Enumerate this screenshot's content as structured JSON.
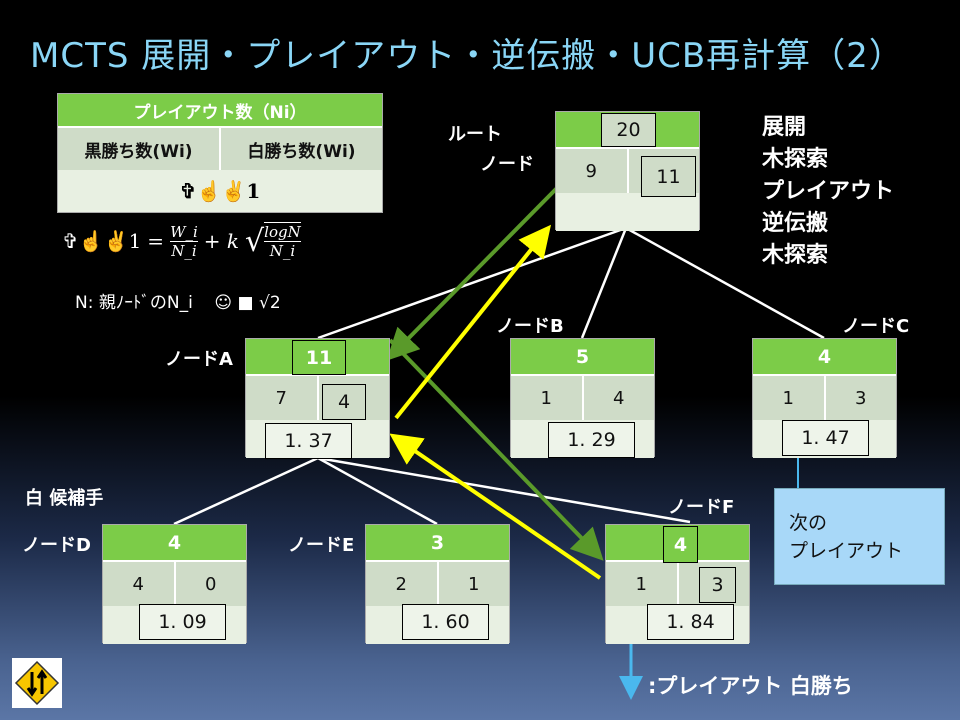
{
  "title": "MCTS 展開・プレイアウト・逆伝搬・UCB再計算（2）",
  "legend": {
    "header": "プレイアウト数（Ni）",
    "black_wins": "黒勝ち数(Wi)",
    "white_wins": "白勝ち数(Wi)",
    "ucb": "✞☝✌1"
  },
  "formula": {
    "lhs": "✞☝✌1",
    "eq": "=",
    "num": "W_i",
    "den": "N_i",
    "plus": "+ k",
    "log_num": "logN",
    "log_den": "N_i"
  },
  "note": {
    "text": "N: 親ﾉｰﾄﾞのN_i",
    "k_value": "☺   ■  √2"
  },
  "steps": [
    "展開",
    "木探索",
    "プレイアウト",
    "逆伝搬",
    "木探索"
  ],
  "labels": {
    "root1": "ルート",
    "root2": "ノード",
    "a": "ノードA",
    "b": "ノードB",
    "c": "ノードC",
    "d": "ノードD",
    "e": "ノードE",
    "f": "ノードF",
    "candidates": "白  候補手"
  },
  "nodes": {
    "root": {
      "n": "20",
      "b": "9",
      "w": "11"
    },
    "a": {
      "n": "11",
      "b": "7",
      "w": "4",
      "ucb": "1. 37"
    },
    "b": {
      "n": "5",
      "b": "1",
      "w": "4",
      "ucb": "1. 29"
    },
    "c": {
      "n": "4",
      "b": "1",
      "w": "3",
      "ucb": "1. 47"
    },
    "d": {
      "n": "4",
      "b": "4",
      "w": "0",
      "ucb": "1. 09"
    },
    "e": {
      "n": "3",
      "b": "2",
      "w": "1",
      "ucb": "1. 60"
    },
    "f": {
      "n": "4",
      "b": "1",
      "w": "3",
      "ucb": "1. 84"
    }
  },
  "next_box": [
    "次の",
    "プレイアウト"
  ],
  "bottom_legend": ":プレイアウト  白勝ち",
  "colors": {
    "title": "#8ad6f6",
    "green": "#7ccc48",
    "yellow": "#ffff00",
    "arrow_green": "#5a9a2a",
    "blue": "#4ab8ee"
  }
}
